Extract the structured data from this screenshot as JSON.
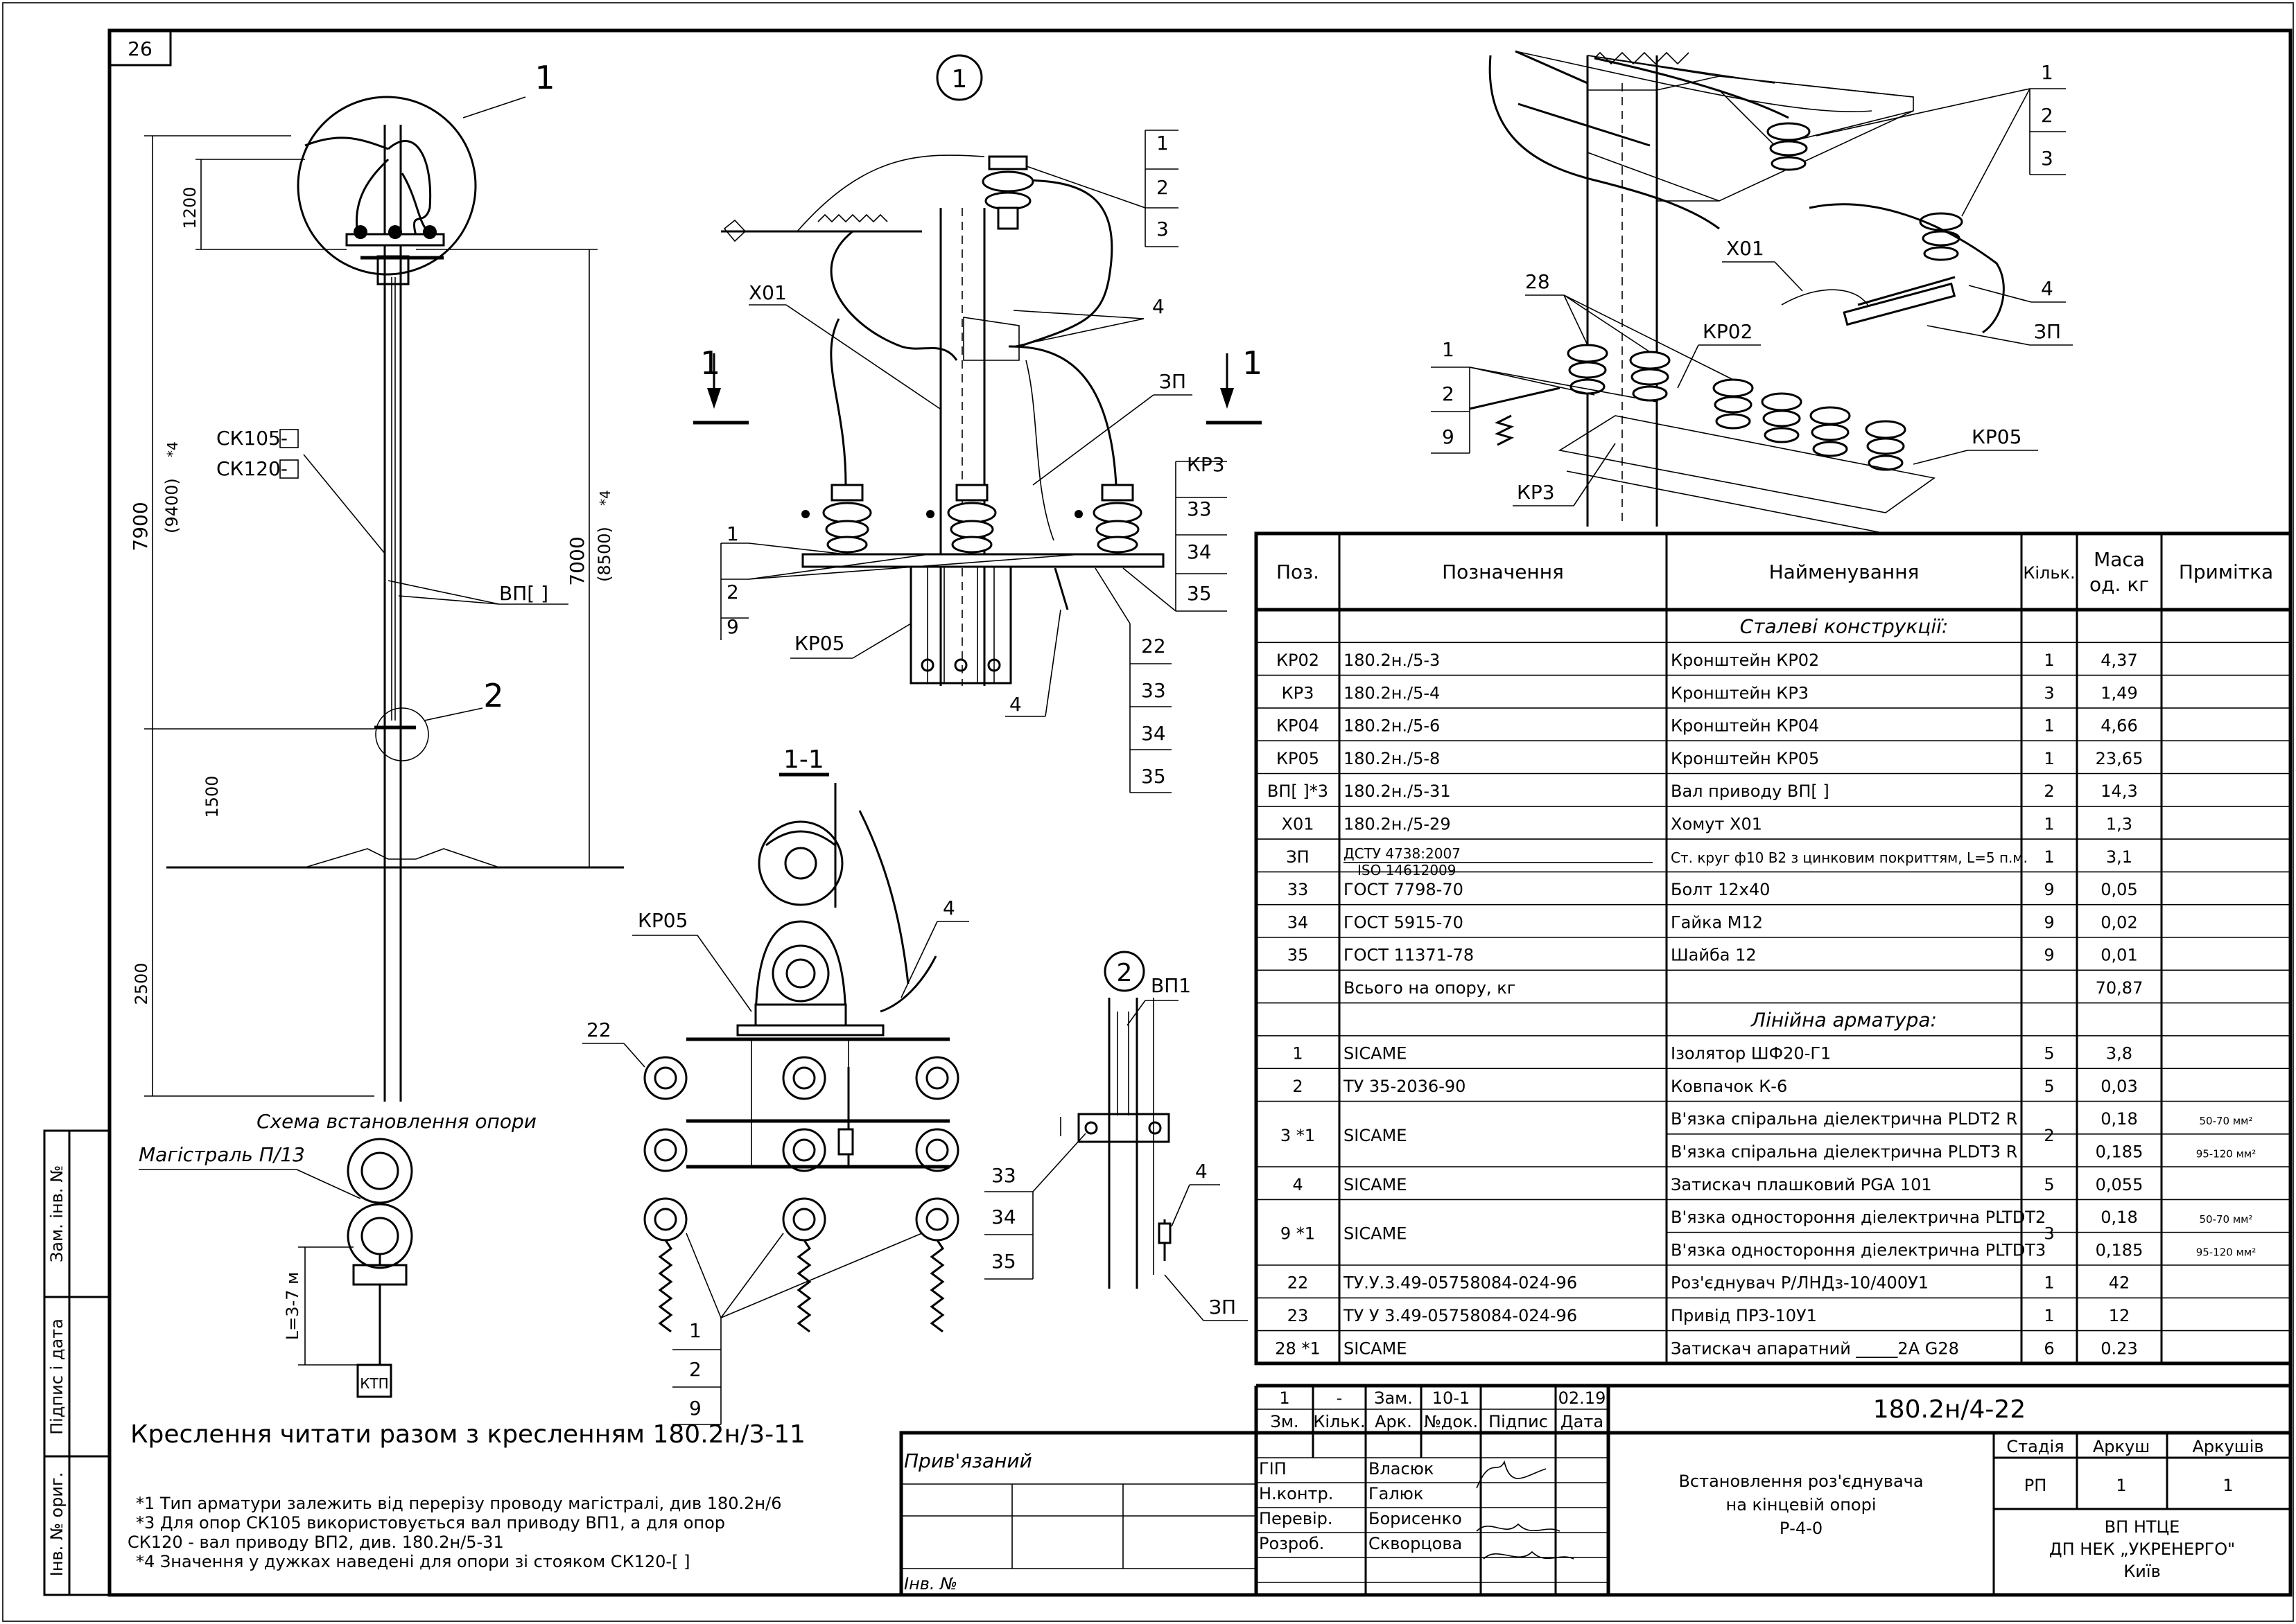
{
  "sheet_number": "26",
  "side_stamp": {
    "zam_inv": "Зам. інв. №",
    "pidpys": "Підпис і дата",
    "inv_orig": "Інв. № ориг."
  },
  "scheme": {
    "dim_top": "1200",
    "dim_left": "7900",
    "dim_left_alt": "(9400)",
    "dim_right": "7000",
    "dim_right_alt": "(8500)",
    "note_mark": "*4",
    "dim_1500": "1500",
    "dim_2500": "2500",
    "callout_1": "1",
    "callout_2": "2",
    "ck105": "СК105-",
    "ck120": "СК120-",
    "vp_label": "ВП[  ]",
    "caption": "Схема встановлення опори"
  },
  "mainline": {
    "label": "Магістраль П/13",
    "dim": "L=3-7 м",
    "ktp": "КТП"
  },
  "view1": {
    "circle": "1",
    "section_mark": "1",
    "labels": {
      "x01": "Х01",
      "zp": "ЗП",
      "kr3": "КР3",
      "kr05": "КР05",
      "n1": "1",
      "n2": "2",
      "n3": "3",
      "n4": "4",
      "n9": "9",
      "n22": "22",
      "n33": "33",
      "n34": "34",
      "n35": "35"
    }
  },
  "section11": {
    "title": "1-1",
    "labels": {
      "kr05": "КР05",
      "n4": "4",
      "n22": "22",
      "n1": "1",
      "n2": "2",
      "n9": "9"
    }
  },
  "view2": {
    "circle": "2",
    "labels": {
      "vp1": "ВП1",
      "n4": "4",
      "zp": "ЗП",
      "n33": "33",
      "n34": "34",
      "n35": "35"
    }
  },
  "iso": {
    "labels": {
      "n1": "1",
      "n2": "2",
      "n3": "3",
      "x01": "Х01",
      "n28": "28",
      "kr02": "КР02",
      "n4": "4",
      "zp": "ЗП",
      "kr05": "КР05",
      "kr3": "КР3",
      "m1": "1",
      "m2": "2",
      "m9": "9"
    }
  },
  "notes": {
    "read_with": "Креслення читати разом з кресленням 180.2н/3-11",
    "n1": "*1 Тип арматури залежить від перерізу проводу магістралі, див 180.2н/6",
    "n3a": "*3 Для опор СК105 використовується вал приводу ВП1, а для опор",
    "n3b": "СК120 - вал приводу ВП2, див. 180.2н/5-31",
    "n4": "*4 Значення у дужках наведені для опори зі стояком СК120-[  ]"
  },
  "spec": {
    "headers": [
      "Поз.",
      "Позначення",
      "Найменування",
      "Кільк.",
      "Маса од. кг",
      "Примітка"
    ],
    "mass_h1": "Маса",
    "mass_h2": "од. кг",
    "section1": "Сталеві конструкції:",
    "section2": "Лінійна арматура:",
    "rows1": [
      {
        "pos": "КР02",
        "des": "180.2н./5-3",
        "name": "Кронштейн КР02",
        "qty": "1",
        "mass": "4,37"
      },
      {
        "pos": "КР3",
        "des": "180.2н./5-4",
        "name": "Кронштейн КР3",
        "qty": "3",
        "mass": "1,49"
      },
      {
        "pos": "КР04",
        "des": "180.2н./5-6",
        "name": "Кронштейн КР04",
        "qty": "1",
        "mass": "4,66"
      },
      {
        "pos": "КР05",
        "des": "180.2н./5-8",
        "name": "Кронштейн КР05",
        "qty": "1",
        "mass": "23,65"
      },
      {
        "pos": "ВП[  ]*3",
        "des": "180.2н./5-31",
        "name": "Вал приводу ВП[  ]",
        "qty": "2",
        "mass": "14,3"
      },
      {
        "pos": "Х01",
        "des": "180.2н./5-29",
        "name": "Хомут Х01",
        "qty": "1",
        "mass": "1,3"
      }
    ],
    "zp": {
      "pos": "ЗП",
      "des1": "ДСТУ 4738:2007",
      "des2": "ISO 14612009",
      "name": "Ст. круг ф10 В2 з цинковим покриттям, L=5 п.м.",
      "qty": "1",
      "mass": "3,1"
    },
    "rows2": [
      {
        "pos": "33",
        "des": "ГОСТ 7798-70",
        "name": "Болт 12х40",
        "qty": "9",
        "mass": "0,05"
      },
      {
        "pos": "34",
        "des": "ГОСТ 5915-70",
        "name": "Гайка М12",
        "qty": "9",
        "mass": "0,02"
      },
      {
        "pos": "35",
        "des": "ГОСТ 11371-78",
        "name": "Шайба 12",
        "qty": "9",
        "mass": "0,01"
      }
    ],
    "total": {
      "label": "Всього на опору, кг",
      "mass": "70,87"
    },
    "rows3": [
      {
        "pos": "1",
        "des": "SICAME",
        "name": "Ізолятор ШФ20-Г1",
        "qty": "5",
        "mass": "3,8"
      },
      {
        "pos": "2",
        "des": "ТУ 35-2036-90",
        "name": "Ковпачок К-6",
        "qty": "5",
        "mass": "0,03"
      }
    ],
    "r3": {
      "pos": "3 *1",
      "des": "SICAME",
      "name1": "В'язка спіральна діелектрична PLDT2 R",
      "name2": "В'язка спіральна діелектрична PLDT3 R",
      "qty": "2",
      "mass1": "0,18",
      "mass2": "0,185",
      "note1": "50-70 мм²",
      "note2": "95-120 мм²"
    },
    "r4": {
      "pos": "4",
      "des": "SICAME",
      "name": "Затискач плашковий PGA 101",
      "qty": "5",
      "mass": "0,055"
    },
    "r9": {
      "pos": "9 *1",
      "des": "SICAME",
      "name1": "В'язка одностороння діелектрична PLTDT2",
      "name2": "В'язка одностороння діелектрична PLTDT3",
      "qty": "3",
      "mass1": "0,18",
      "mass2": "0,185",
      "note1": "50-70 мм²",
      "note2": "95-120 мм²"
    },
    "rows4": [
      {
        "pos": "22",
        "des": "ТУ.У.3.49-05758084-024-96",
        "name": "Роз'єднувач Р/ЛНДз-10/400У1",
        "qty": "1",
        "mass": "42"
      },
      {
        "pos": "23",
        "des": "ТУ У 3.49-05758084-024-96",
        "name": "Привід ПРЗ-10У1",
        "qty": "1",
        "mass": "12"
      },
      {
        "pos": "28 *1",
        "des": "SICAME",
        "name": "Затискач апаратний _____2А G28",
        "qty": "6",
        "mass": "0.23"
      }
    ]
  },
  "titleblock": {
    "rev": [
      "1",
      "-",
      "Зам.",
      "10-1",
      "",
      "02.19"
    ],
    "hdr": [
      "Зм.",
      "Кільк.",
      "Арк.",
      "№док.",
      "Підпис",
      "Дата"
    ],
    "doc_number": "180.2н/4-22",
    "people": [
      {
        "role": "ГІП",
        "name": "Власюк"
      },
      {
        "role": "Н.контр.",
        "name": "Галюк"
      },
      {
        "role": "Перевір.",
        "name": "Борисенко"
      },
      {
        "role": "Розроб.",
        "name": "Скворцова"
      }
    ],
    "title1": "Встановлення роз'єднувача",
    "title2": "на кінцевій опорі",
    "title3": "Р-4-0",
    "stage_h": "Стадія",
    "sheet_h": "Аркуш",
    "sheets_h": "Аркушів",
    "stage": "РП",
    "sheet": "1",
    "sheets": "1",
    "org1": "ВП НТЦЕ",
    "org2": "ДП НЕК „УКРЕНЕРГО\"",
    "org3": "Київ",
    "privyazaniy": "Прив'язаний",
    "inv_no": "Інв. №"
  }
}
